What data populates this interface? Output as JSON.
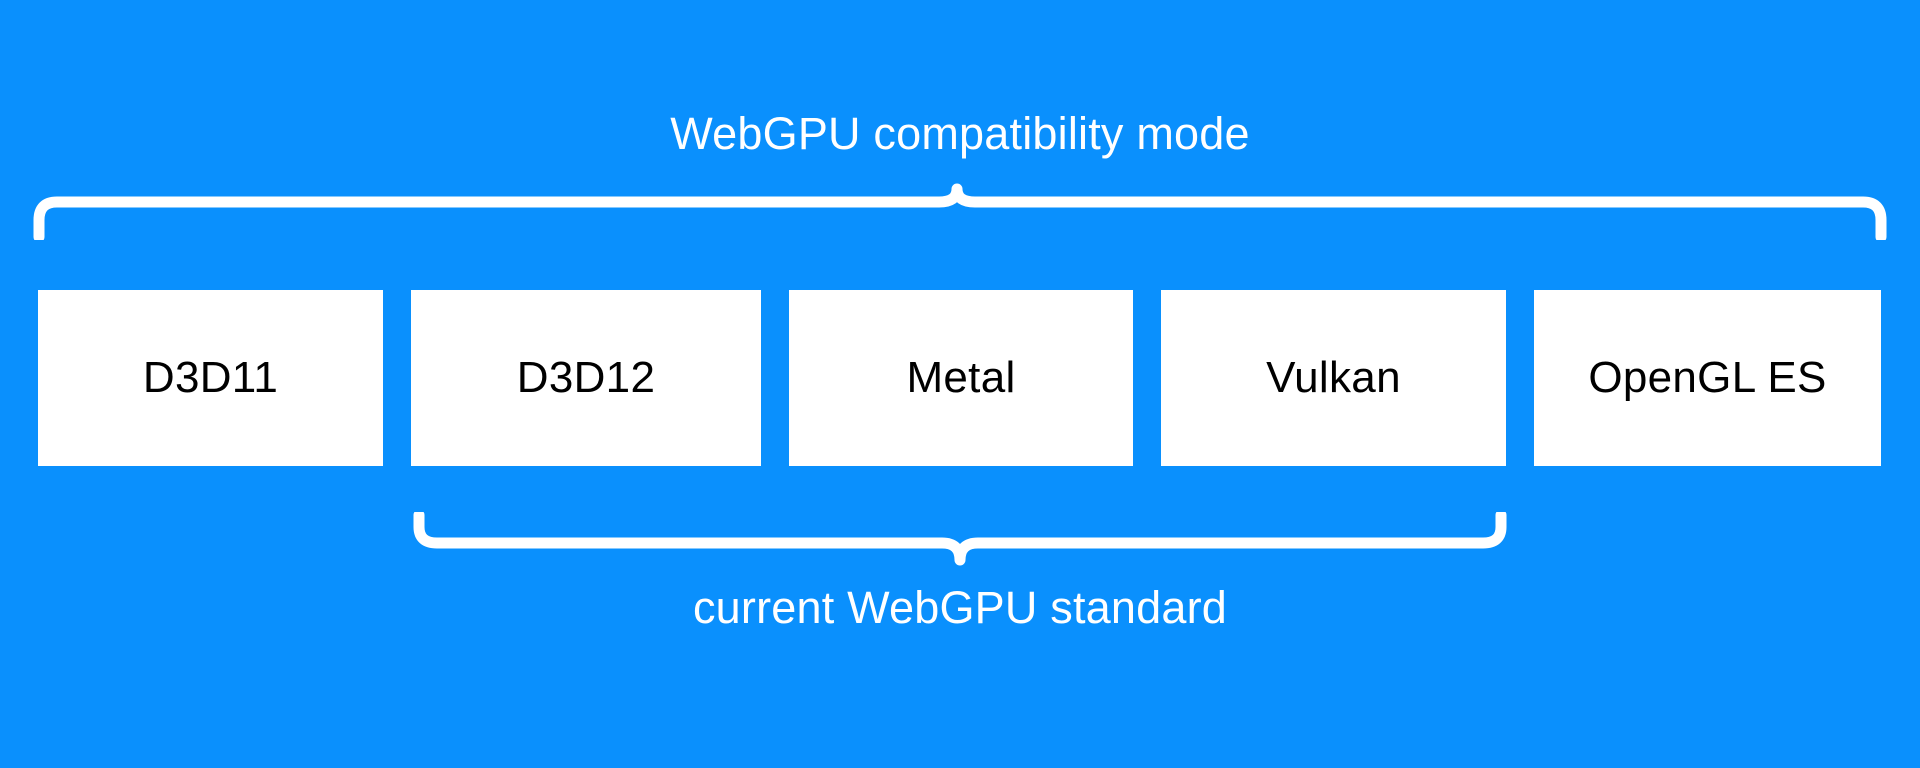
{
  "diagram": {
    "title": "WebGPU compatibility mode",
    "background_color": "#0a90fd",
    "box_fill_color": "#ffffff",
    "box_text_color": "#000000",
    "brace_color": "#ffffff",
    "top_brace": {
      "label": "WebGPU compatibility mode",
      "spans_boxes": [
        "D3D11",
        "D3D12",
        "Metal",
        "Vulkan",
        "OpenGL ES"
      ],
      "label_position": "above"
    },
    "bottom_brace": {
      "label": "current WebGPU standard",
      "spans_boxes": [
        "D3D12",
        "Metal",
        "Vulkan"
      ],
      "label_position": "below"
    },
    "boxes": [
      {
        "label": "D3D11"
      },
      {
        "label": "D3D12"
      },
      {
        "label": "Metal"
      },
      {
        "label": "Vulkan"
      },
      {
        "label": "OpenGL ES"
      }
    ]
  }
}
